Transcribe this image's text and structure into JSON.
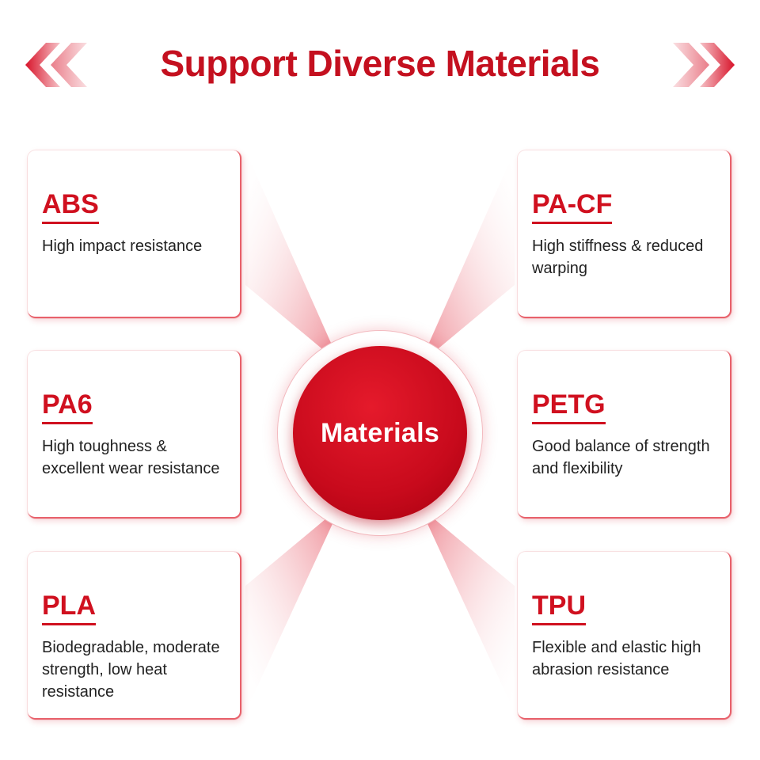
{
  "header": {
    "title": "Support Diverse Materials",
    "left_icon": "double-chevron-left-icon",
    "right_icon": "double-chevron-right-icon",
    "accent_color": "#c4101f"
  },
  "hub": {
    "label": "Materials",
    "color": "#c80a1c"
  },
  "materials": [
    {
      "name": "ABS",
      "desc": "High impact resistance"
    },
    {
      "name": "PA6",
      "desc": "High toughness & excellent wear resistance"
    },
    {
      "name": "PLA",
      "desc": "Biodegradable, moderate strength, low heat resistance"
    },
    {
      "name": "PA-CF",
      "desc": "High stiffness & reduced warping"
    },
    {
      "name": "PETG",
      "desc": "Good balance of strength and flexibility"
    },
    {
      "name": "TPU",
      "desc": "Flexible and elastic high abrasion resistance"
    }
  ]
}
